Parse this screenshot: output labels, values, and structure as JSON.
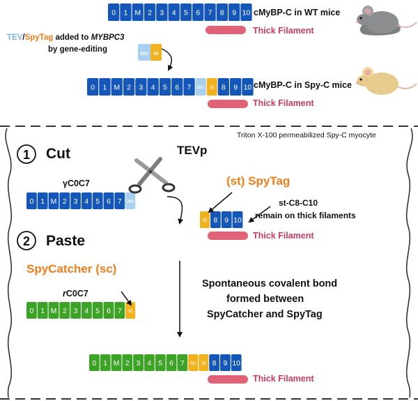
{
  "colors": {
    "blue_domain": "#1457b8",
    "green_domain": "#3ca327",
    "tev_tag": "#a8d1f1",
    "spy_tag": "#f2b21e",
    "filament": "#e06276",
    "label_red": "#c93b60",
    "label_orange": "#ef7d1a"
  },
  "top": {
    "wt_label": "cMyBP-C in WT mice",
    "wt_filament_label": "Thick Filament",
    "gene_edit_line1_tev": "TEV",
    "gene_edit_line1_slash": "/",
    "gene_edit_line1_spy": "SpyTag",
    "gene_edit_line1_rest": " added to ",
    "gene_edit_line1_gene": "MYBPC3",
    "gene_edit_line2": "by gene-editing",
    "spyc_label": "cMyBP-C in Spy-C mice",
    "spyc_filament_label": "Thick Filament"
  },
  "panel": {
    "context": "Triton X-100 permeabilized Spy-C myocyte",
    "step1_number": "1",
    "step1_title": "Cut",
    "tevp_label": "TEVp",
    "ycoc7_label": "γC0C7",
    "spytag_label": "(st) SpyTag",
    "st_c8_c10_line1": "st-C8-C10",
    "st_c8_c10_line2": "remain on thick filaments",
    "mid_filament_label": "Thick Filament",
    "step2_number": "2",
    "step2_title": "Paste",
    "spycatcher_label": "SpyCatcher (sc)",
    "rcoc7_prefix": "r",
    "rcoc7_rest": "C0C7",
    "bond_line1": "Spontaneous covalent bond",
    "bond_line2": "formed between",
    "bond_line3": "SpyCatcher and SpyTag",
    "final_filament_label": "Thick Filament"
  },
  "domains": {
    "wt": [
      "0",
      "1",
      "M",
      "2",
      "3",
      "4",
      "5",
      "6",
      "7",
      "8",
      "9",
      "10"
    ],
    "spyc_n": [
      "0",
      "1",
      "M",
      "2",
      "3",
      "4",
      "5",
      "6",
      "7"
    ],
    "spyc_c": [
      "8",
      "9",
      "10"
    ],
    "c0c7": [
      "0",
      "1",
      "M",
      "2",
      "3",
      "4",
      "5",
      "6",
      "7"
    ],
    "c8c10": [
      "8",
      "9",
      "10"
    ],
    "tag_tev": "tev",
    "tag_st": "st",
    "tag_sc": "sc"
  }
}
